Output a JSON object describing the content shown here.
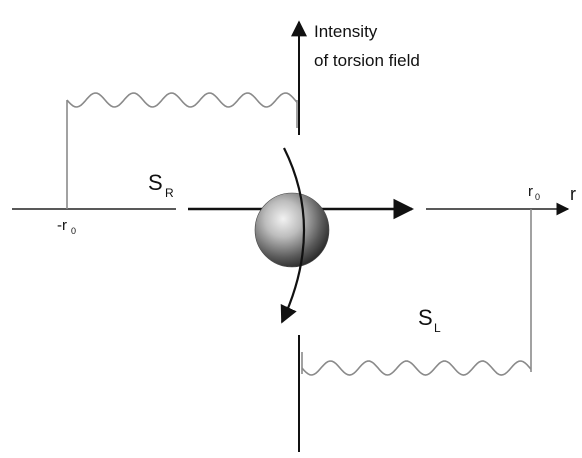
{
  "diagram": {
    "vertical_axis_label_line1": "Intensity",
    "vertical_axis_label_line2": "of torsion field",
    "horizontal_axis_label": "r",
    "region_right_spin": {
      "symbol": "S",
      "subscript": "R"
    },
    "region_left_spin": {
      "symbol": "S",
      "subscript": "L"
    },
    "tick_negative": {
      "prefix": "-r",
      "subscript": "0"
    },
    "tick_positive": {
      "base": "r",
      "subscript": "0"
    },
    "colors": {
      "line": "#222222",
      "wave": "#8a8a8a",
      "sphere_light": "#e6e6e6",
      "sphere_dark": "#2a2a2a"
    },
    "icons": [
      "sphere-icon",
      "rotation-arrow-icon",
      "motion-arrow-icon"
    ]
  }
}
